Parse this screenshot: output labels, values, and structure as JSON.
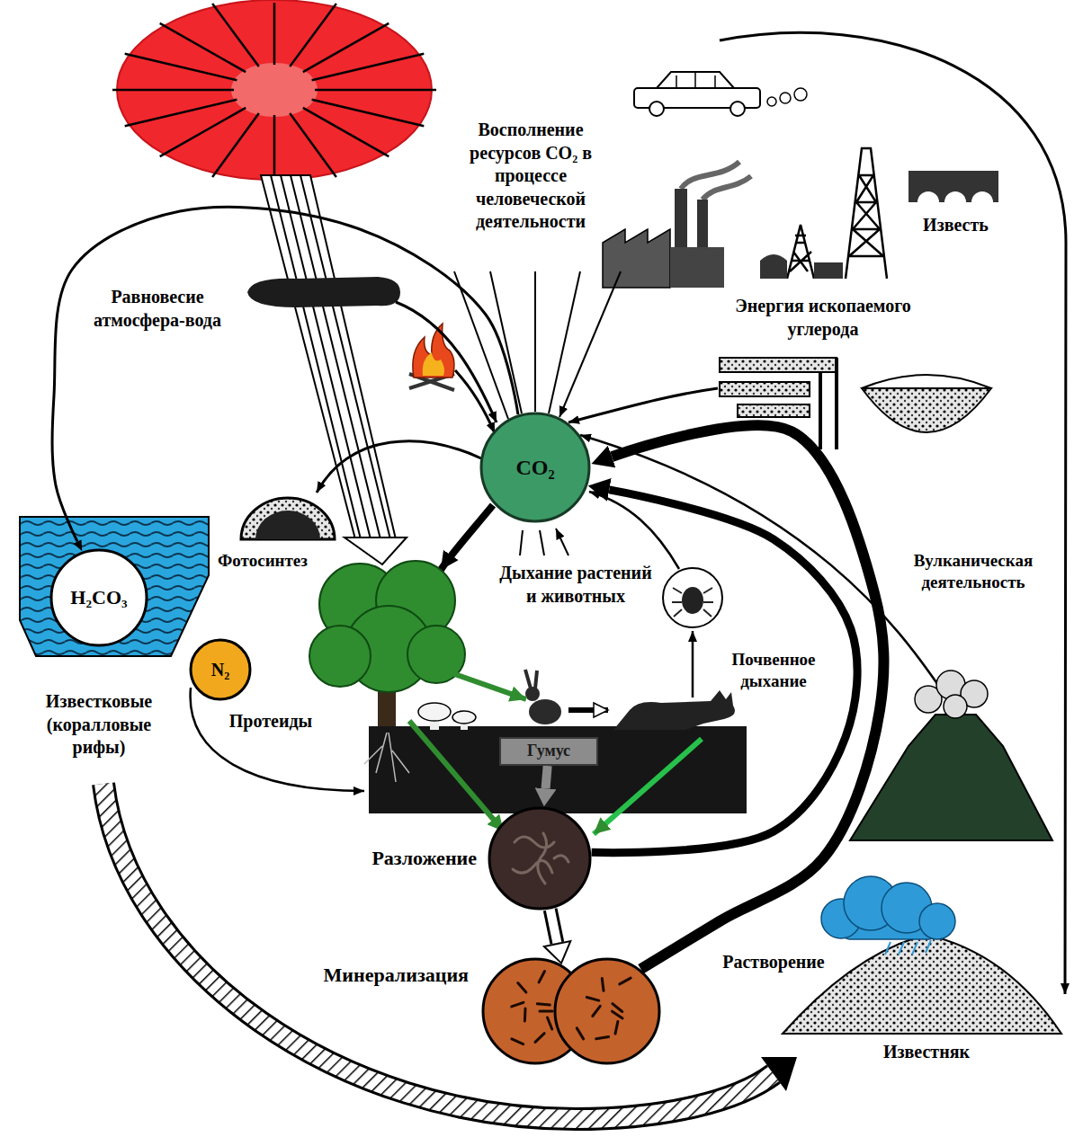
{
  "diagram": {
    "nodes": [
      {
        "text": [
          "CO₂"
        ]
      },
      {
        "text": [
          "H₂CO₃"
        ]
      },
      {
        "text": [
          "N₂"
        ]
      },
      {
        "text": [
          "Гумус"
        ]
      },
      {
        "text": [
          "Разложение"
        ]
      },
      {
        "text": [
          "Минерализация"
        ]
      }
    ],
    "edges": [
      {
        "from": 3,
        "to": 4,
        "arrow": "to"
      },
      {
        "from": 4,
        "to": 5,
        "arrow": "to"
      },
      {
        "from": 4,
        "to": 0,
        "arrow": "to"
      },
      {
        "from": 5,
        "to": 0,
        "arrow": "to"
      },
      {
        "from": 0,
        "to": 1,
        "arrow": "to"
      }
    ],
    "labels": [
      "Восполнение ресурсов CO₂ в процессе человеческой деятельности",
      "Известь",
      "Энергия ископаемого углерода",
      "Равновесие атмосфера-вода",
      "Фотосинтез",
      "Дыхание растений и животных",
      "Почвенное дыхание",
      "Вулканическая деятельность",
      "Протеиды",
      "Известковые (коралловые рифы)",
      "Растворение",
      "Известняк"
    ]
  }
}
